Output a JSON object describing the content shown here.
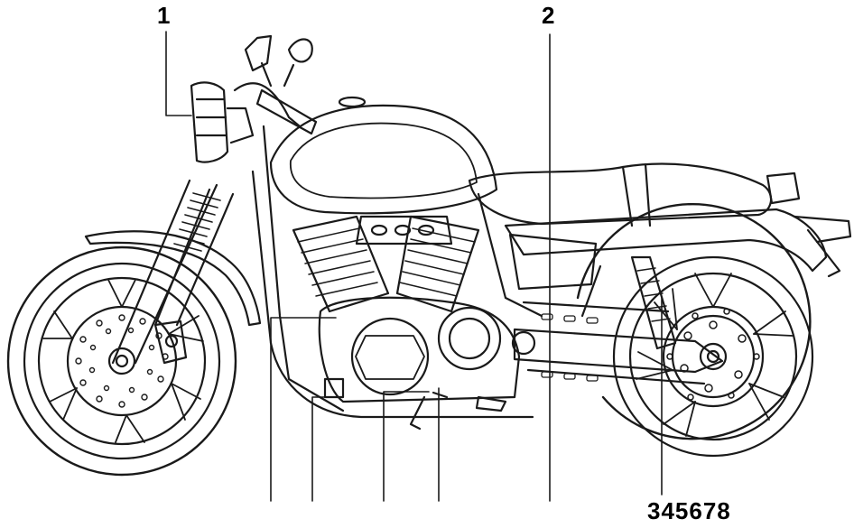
{
  "callouts": {
    "label_1": "1",
    "label_2": "2",
    "label_group": "345678"
  },
  "colors": {
    "line": "#1a1a1a",
    "background": "#ffffff"
  }
}
